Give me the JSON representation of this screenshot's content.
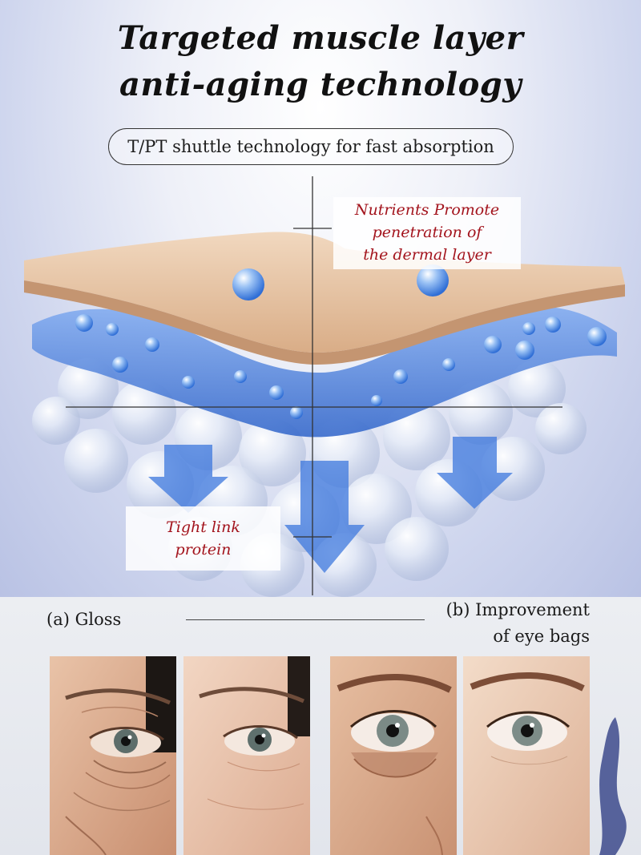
{
  "header": {
    "title_line1": "Targeted muscle layer",
    "title_line2": "anti-aging technology",
    "subtitle": "T/PT shuttle technology for fast absorption"
  },
  "diagram": {
    "callout_top_lines": [
      "Nutrients Promote",
      "penetration of",
      "the dermal layer"
    ],
    "callout_bottom_lines": [
      "Tight link",
      "protein"
    ],
    "colors": {
      "skin": "#e7c4a4",
      "gel": "#4f86e2",
      "callout_text": "#a3141d"
    }
  },
  "comparison": {
    "label_a": "(a) Gloss",
    "label_b_lines": [
      "(b) Improvement",
      "of eye bags"
    ],
    "photos": [
      {
        "icon": "eye-before-photo-icon"
      },
      {
        "icon": "eye-after-photo-icon"
      },
      {
        "icon": "eye-before-photo-icon"
      },
      {
        "icon": "eye-after-photo-icon"
      }
    ]
  }
}
